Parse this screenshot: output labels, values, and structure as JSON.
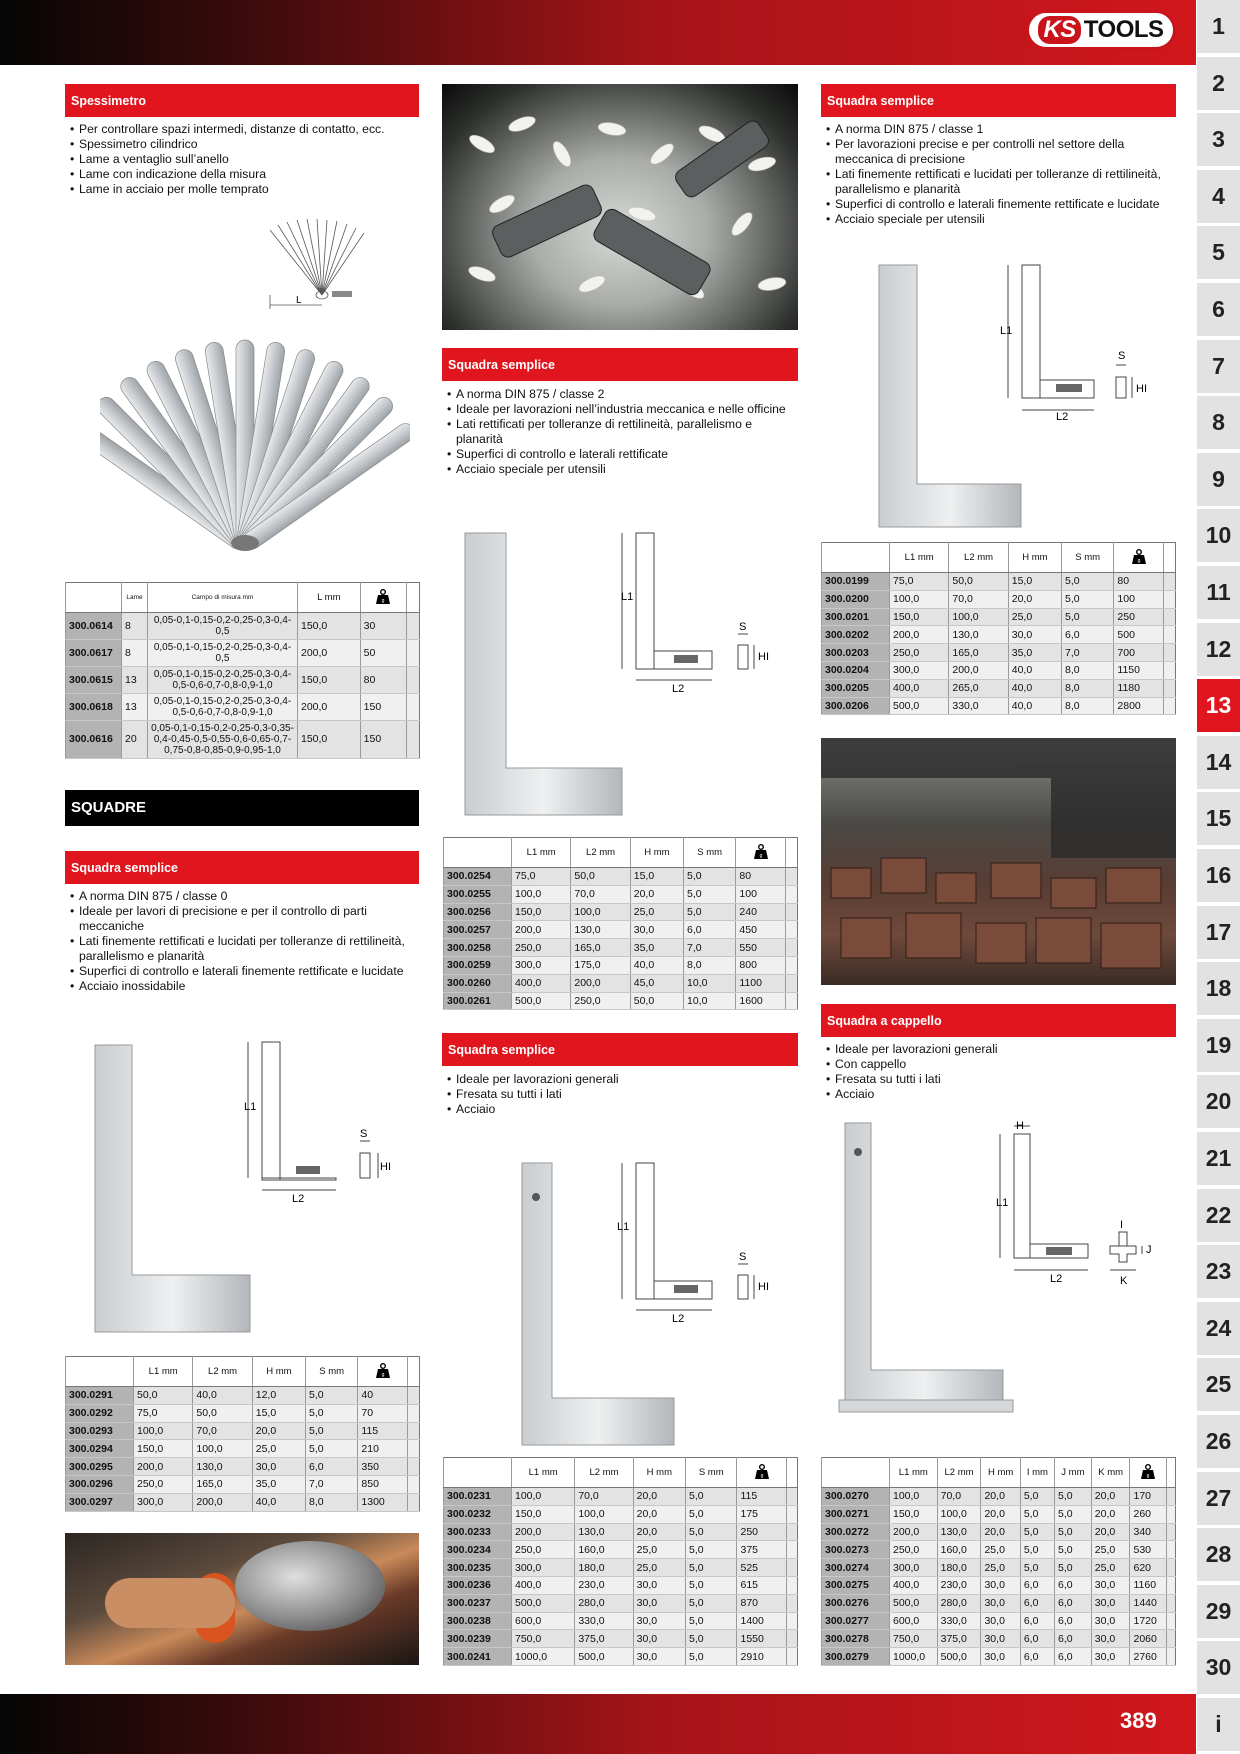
{
  "brand": {
    "logo_ks": "KS",
    "logo_tools": "TOOLS"
  },
  "page_number": "389",
  "tabs": [
    "1",
    "2",
    "3",
    "4",
    "5",
    "6",
    "7",
    "8",
    "9",
    "10",
    "11",
    "12",
    "13",
    "14",
    "15",
    "16",
    "17",
    "18",
    "19",
    "20",
    "21",
    "22",
    "23",
    "24",
    "25",
    "26",
    "27",
    "28",
    "29",
    "30",
    "i"
  ],
  "active_tab": "13",
  "spessimetro": {
    "title": "Spessimetro",
    "bullets": [
      "Per controllare spazi intermedi, distanze di contatto, ecc.",
      "Spessimetro cilindrico",
      "Lame a ventaglio sull’anello",
      "Lame con indicazione della misura",
      "Lame in acciaio per molle temprato"
    ],
    "headers": [
      "",
      "Lame",
      "Campo di misura mm",
      "L mm",
      "weight-icon"
    ],
    "rows": [
      [
        "300.0614",
        "8",
        "0,05-0,1-0,15-0,2-0,25-0,3-0,4-0,5",
        "150,0",
        "30"
      ],
      [
        "300.0617",
        "8",
        "0,05-0,1-0,15-0,2-0,25-0,3-0,4-0,5",
        "200,0",
        "50"
      ],
      [
        "300.0615",
        "13",
        "0,05-0,1-0,15-0,2-0,25-0,3-0,4-0,5-0,6-0,7-0,8-0,9-1,0",
        "150,0",
        "80"
      ],
      [
        "300.0618",
        "13",
        "0,05-0,1-0,15-0,2-0,25-0,3-0,4-0,5-0,6-0,7-0,8-0,9-1,0",
        "200,0",
        "150"
      ],
      [
        "300.0616",
        "20",
        "0,05-0,1-0,15-0,2-0,25-0,3-0,35-0,4-0,45-0,5-0,55-0,6-0,65-0,7-0,75-0,8-0,85-0,9-0,95-1,0",
        "150,0",
        "150"
      ]
    ]
  },
  "squadre": {
    "title": "SQUADRE"
  },
  "drawing_labels": {
    "l": "L",
    "l1": "L1",
    "l2": "L2",
    "s": "S",
    "h": "H",
    "hi": "HI",
    "i": "I",
    "j": "J",
    "k": "K"
  },
  "sq_classe0": {
    "title": "Squadra semplice",
    "bullets": [
      "A norma DIN 875 / classe 0",
      "Ideale per lavori di precisione e per il controllo di parti meccaniche",
      "Lati finemente rettificati e lucidati per tolleranze di rettilineità, parallelismo e planarità",
      "Superfici di controllo e laterali finemente rettificate e lucidate",
      "Acciaio inossidabile"
    ],
    "headers": [
      "L1 mm",
      "L2 mm",
      "H mm",
      "S mm"
    ],
    "rows": [
      [
        "300.0291",
        "50,0",
        "40,0",
        "12,0",
        "5,0",
        "40"
      ],
      [
        "300.0292",
        "75,0",
        "50,0",
        "15,0",
        "5,0",
        "70"
      ],
      [
        "300.0293",
        "100,0",
        "70,0",
        "20,0",
        "5,0",
        "115"
      ],
      [
        "300.0294",
        "150,0",
        "100,0",
        "25,0",
        "5,0",
        "210"
      ],
      [
        "300.0295",
        "200,0",
        "130,0",
        "30,0",
        "6,0",
        "350"
      ],
      [
        "300.0296",
        "250,0",
        "165,0",
        "35,0",
        "7,0",
        "850"
      ],
      [
        "300.0297",
        "300,0",
        "200,0",
        "40,0",
        "8,0",
        "1300"
      ]
    ]
  },
  "sq_classe2": {
    "title": "Squadra semplice",
    "bullets": [
      "A norma DIN 875 / classe 2",
      "Ideale per lavorazioni nell’industria meccanica e nelle officine",
      "Lati rettificati per tolleranze di rettilineità, parallelismo e planarità",
      "Superfici di controllo e laterali rettificate",
      "Acciaio speciale per utensili"
    ],
    "headers": [
      "L1 mm",
      "L2 mm",
      "H mm",
      "S mm"
    ],
    "rows": [
      [
        "300.0254",
        "75,0",
        "50,0",
        "15,0",
        "5,0",
        "80"
      ],
      [
        "300.0255",
        "100,0",
        "70,0",
        "20,0",
        "5,0",
        "100"
      ],
      [
        "300.0256",
        "150,0",
        "100,0",
        "25,0",
        "5,0",
        "240"
      ],
      [
        "300.0257",
        "200,0",
        "130,0",
        "30,0",
        "6,0",
        "450"
      ],
      [
        "300.0258",
        "250,0",
        "165,0",
        "35,0",
        "7,0",
        "550"
      ],
      [
        "300.0259",
        "300,0",
        "175,0",
        "40,0",
        "8,0",
        "800"
      ],
      [
        "300.0260",
        "400,0",
        "200,0",
        "45,0",
        "10,0",
        "1100"
      ],
      [
        "300.0261",
        "500,0",
        "250,0",
        "50,0",
        "10,0",
        "1600"
      ]
    ]
  },
  "sq_generali": {
    "title": "Squadra semplice",
    "bullets": [
      "Ideale per lavorazioni generali",
      "Fresata su tutti i lati",
      "Acciaio"
    ],
    "headers": [
      "L1 mm",
      "L2 mm",
      "H mm",
      "S mm"
    ],
    "rows": [
      [
        "300.0231",
        "100,0",
        "70,0",
        "20,0",
        "5,0",
        "115"
      ],
      [
        "300.0232",
        "150,0",
        "100,0",
        "20,0",
        "5,0",
        "175"
      ],
      [
        "300.0233",
        "200,0",
        "130,0",
        "20,0",
        "5,0",
        "250"
      ],
      [
        "300.0234",
        "250,0",
        "160,0",
        "25,0",
        "5,0",
        "375"
      ],
      [
        "300.0235",
        "300,0",
        "180,0",
        "25,0",
        "5,0",
        "525"
      ],
      [
        "300.0236",
        "400,0",
        "230,0",
        "30,0",
        "5,0",
        "615"
      ],
      [
        "300.0237",
        "500,0",
        "280,0",
        "30,0",
        "5,0",
        "870"
      ],
      [
        "300.0238",
        "600,0",
        "330,0",
        "30,0",
        "5,0",
        "1400"
      ],
      [
        "300.0239",
        "750,0",
        "375,0",
        "30,0",
        "5,0",
        "1550"
      ],
      [
        "300.0241",
        "1000,0",
        "500,0",
        "30,0",
        "5,0",
        "2910"
      ]
    ]
  },
  "sq_classe1": {
    "title": "Squadra semplice",
    "bullets": [
      "A norma DIN 875 / classe 1",
      "Per lavorazioni precise e per controlli nel settore della meccanica di precisione",
      "Lati finemente rettificati e lucidati per tolleranze di rettilineità, parallelismo e planarità",
      "Superfici di controllo e laterali finemente rettificate e lucidate",
      "Acciaio speciale per utensili"
    ],
    "headers": [
      "L1 mm",
      "L2 mm",
      "H mm",
      "S mm"
    ],
    "rows": [
      [
        "300.0199",
        "75,0",
        "50,0",
        "15,0",
        "5,0",
        "80"
      ],
      [
        "300.0200",
        "100,0",
        "70,0",
        "20,0",
        "5,0",
        "100"
      ],
      [
        "300.0201",
        "150,0",
        "100,0",
        "25,0",
        "5,0",
        "250"
      ],
      [
        "300.0202",
        "200,0",
        "130,0",
        "30,0",
        "6,0",
        "500"
      ],
      [
        "300.0203",
        "250,0",
        "165,0",
        "35,0",
        "7,0",
        "700"
      ],
      [
        "300.0204",
        "300,0",
        "200,0",
        "40,0",
        "8,0",
        "1150"
      ],
      [
        "300.0205",
        "400,0",
        "265,0",
        "40,0",
        "8,0",
        "1180"
      ],
      [
        "300.0206",
        "500,0",
        "330,0",
        "40,0",
        "8,0",
        "2800"
      ]
    ]
  },
  "sq_cappello": {
    "title": "Squadra a cappello",
    "bullets": [
      "Ideale per lavorazioni generali",
      "Con cappello",
      "Fresata su tutti i lati",
      "Acciaio"
    ],
    "headers": [
      "L1 mm",
      "L2 mm",
      "H mm",
      "I mm",
      "J mm",
      "K mm"
    ],
    "rows": [
      [
        "300.0270",
        "100,0",
        "70,0",
        "20,0",
        "5,0",
        "5,0",
        "20,0",
        "170"
      ],
      [
        "300.0271",
        "150,0",
        "100,0",
        "20,0",
        "5,0",
        "5,0",
        "20,0",
        "260"
      ],
      [
        "300.0272",
        "200,0",
        "130,0",
        "20,0",
        "5,0",
        "5,0",
        "20,0",
        "340"
      ],
      [
        "300.0273",
        "250,0",
        "160,0",
        "25,0",
        "5,0",
        "5,0",
        "25,0",
        "530"
      ],
      [
        "300.0274",
        "300,0",
        "180,0",
        "25,0",
        "5,0",
        "5,0",
        "25,0",
        "620"
      ],
      [
        "300.0275",
        "400,0",
        "230,0",
        "30,0",
        "6,0",
        "6,0",
        "30,0",
        "1160"
      ],
      [
        "300.0276",
        "500,0",
        "280,0",
        "30,0",
        "6,0",
        "6,0",
        "30,0",
        "1440"
      ],
      [
        "300.0277",
        "600,0",
        "330,0",
        "30,0",
        "6,0",
        "6,0",
        "30,0",
        "1720"
      ],
      [
        "300.0278",
        "750,0",
        "375,0",
        "30,0",
        "6,0",
        "6,0",
        "30,0",
        "2060"
      ],
      [
        "300.0279",
        "1000,0",
        "500,0",
        "30,0",
        "6,0",
        "6,0",
        "30,0",
        "2760"
      ]
    ]
  }
}
